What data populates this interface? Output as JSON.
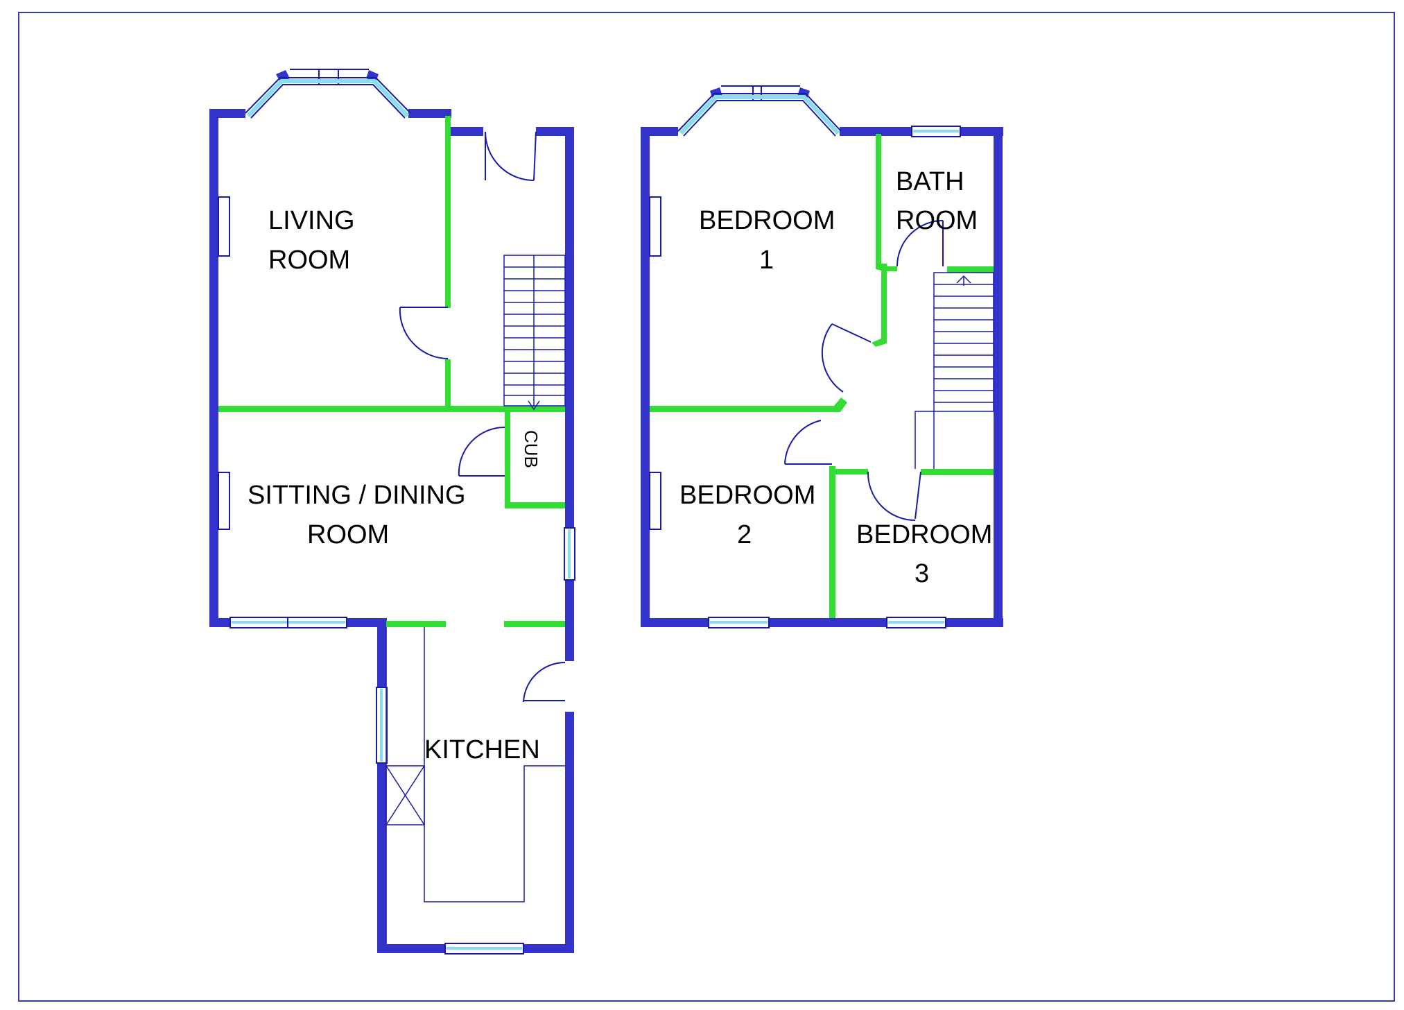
{
  "plan": {
    "colors": {
      "external_wall": "#3333cc",
      "internal_wall": "#33dd33",
      "window": "#88ddee",
      "line": "#1a1aaa",
      "frame": "#3a3aaa",
      "background": "#ffffff"
    },
    "rooms": {
      "living_room": [
        "LIVING",
        "ROOM"
      ],
      "sitting_dining_room": [
        "SITTING / DINING",
        "ROOM"
      ],
      "cub": "CUB",
      "kitchen": "KITCHEN",
      "bedroom_1": [
        "BEDROOM",
        "1"
      ],
      "bath_room": [
        "BATH",
        "ROOM"
      ],
      "bedroom_2": [
        "BEDROOM",
        "2"
      ],
      "bedroom_3": [
        "BEDROOM",
        "3"
      ]
    }
  }
}
